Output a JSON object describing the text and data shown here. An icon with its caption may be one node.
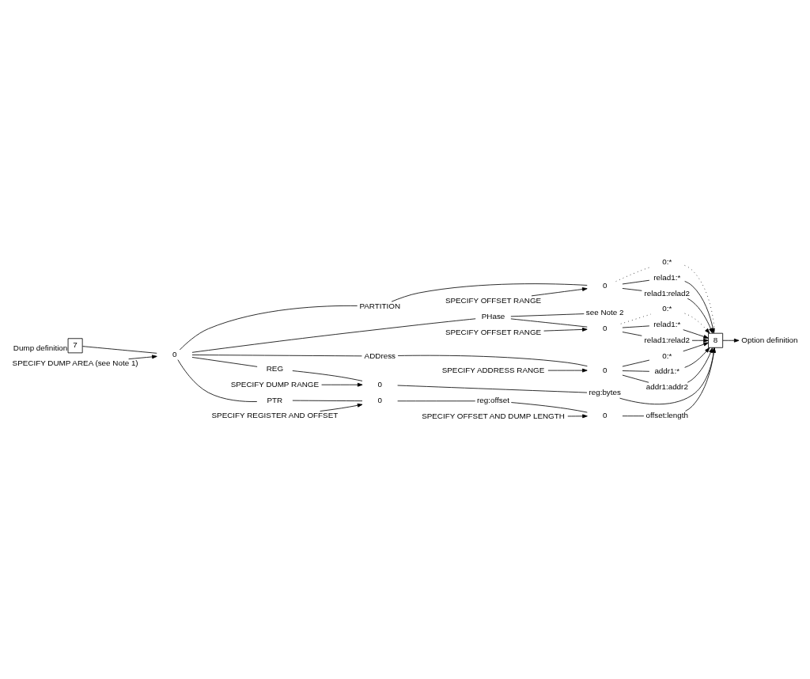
{
  "diagram": {
    "nodes": [
      {
        "text": [
          "7"
        ],
        "beside": [
          "Dump definition"
        ]
      },
      {
        "text": [
          "SPECIFY DUMP AREA (see Note 1)"
        ]
      },
      {
        "text": [
          "0"
        ]
      },
      {
        "text": [
          "PARTITION"
        ]
      },
      {
        "text": [
          "SPECIFY OFFSET RANGE"
        ]
      },
      {
        "text": [
          "0"
        ]
      },
      {
        "text": [
          "0:*"
        ]
      },
      {
        "text": [
          "relad1:*"
        ]
      },
      {
        "text": [
          "relad1:relad2"
        ]
      },
      {
        "text": [
          "PHase"
        ]
      },
      {
        "text": [
          "see Note 2"
        ]
      },
      {
        "text": [
          "SPECIFY OFFSET RANGE"
        ]
      },
      {
        "text": [
          "0"
        ]
      },
      {
        "text": [
          "0:*"
        ]
      },
      {
        "text": [
          "relad1:*"
        ]
      },
      {
        "text": [
          "relad1:relad2"
        ]
      },
      {
        "text": [
          "ADDress"
        ]
      },
      {
        "text": [
          "SPECIFY ADDRESS RANGE"
        ]
      },
      {
        "text": [
          "0"
        ]
      },
      {
        "text": [
          "0:*"
        ]
      },
      {
        "text": [
          "addr1:*"
        ]
      },
      {
        "text": [
          "addr1:addr2"
        ]
      },
      {
        "text": [
          "REG"
        ]
      },
      {
        "text": [
          "SPECIFY DUMP RANGE"
        ]
      },
      {
        "text": [
          "0"
        ]
      },
      {
        "text": [
          "reg:bytes"
        ]
      },
      {
        "text": [
          "PTR"
        ]
      },
      {
        "text": [
          "SPECIFY REGISTER AND OFFSET"
        ]
      },
      {
        "text": [
          "0"
        ]
      },
      {
        "text": [
          "reg:offset"
        ]
      },
      {
        "text": [
          "SPECIFY OFFSET AND DUMP LENGTH"
        ]
      },
      {
        "text": [
          "0"
        ]
      },
      {
        "text": [
          "offset:length"
        ]
      },
      {
        "text": [
          "8"
        ]
      },
      {
        "text": [
          "Option definition"
        ]
      }
    ],
    "edges": [
      {
        "from": 0,
        "to": 2,
        "arrow": "none"
      },
      {
        "from": 1,
        "to": 2,
        "arrow": "to"
      },
      {
        "from": 2,
        "to": 3,
        "arrow": "none"
      },
      {
        "from": 2,
        "to": 9,
        "arrow": "none"
      },
      {
        "from": 2,
        "to": 16,
        "arrow": "none"
      },
      {
        "from": 2,
        "to": 22,
        "arrow": "none"
      },
      {
        "from": 2,
        "to": 26,
        "arrow": "none"
      },
      {
        "from": 3,
        "to": 5,
        "arrow": "none"
      },
      {
        "from": 4,
        "to": 5,
        "arrow": "to"
      },
      {
        "from": 5,
        "to": 6,
        "arrow": "none",
        "style": "dashed"
      },
      {
        "from": 5,
        "to": 7,
        "arrow": "none"
      },
      {
        "from": 5,
        "to": 8,
        "arrow": "none"
      },
      {
        "from": 6,
        "to": 33,
        "arrow": "none",
        "style": "dashed"
      },
      {
        "from": 7,
        "to": 33,
        "arrow": "to"
      },
      {
        "from": 8,
        "to": 33,
        "arrow": "to"
      },
      {
        "from": 9,
        "to": 10,
        "arrow": "none"
      },
      {
        "from": 9,
        "to": 12,
        "arrow": "none"
      },
      {
        "from": 11,
        "to": 12,
        "arrow": "to"
      },
      {
        "from": 12,
        "to": 13,
        "arrow": "none",
        "style": "dashed"
      },
      {
        "from": 12,
        "to": 14,
        "arrow": "none"
      },
      {
        "from": 12,
        "to": 15,
        "arrow": "none"
      },
      {
        "from": 13,
        "to": 33,
        "arrow": "to",
        "style": "dashed"
      },
      {
        "from": 14,
        "to": 33,
        "arrow": "to"
      },
      {
        "from": 15,
        "to": 33,
        "arrow": "to"
      },
      {
        "from": 16,
        "to": 18,
        "arrow": "none"
      },
      {
        "from": 17,
        "to": 18,
        "arrow": "to"
      },
      {
        "from": 18,
        "to": 19,
        "arrow": "none"
      },
      {
        "from": 18,
        "to": 20,
        "arrow": "none"
      },
      {
        "from": 18,
        "to": 21,
        "arrow": "none"
      },
      {
        "from": 19,
        "to": 33,
        "arrow": "to"
      },
      {
        "from": 20,
        "to": 33,
        "arrow": "to"
      },
      {
        "from": 21,
        "to": 33,
        "arrow": "to"
      },
      {
        "from": 22,
        "to": 24,
        "arrow": "none"
      },
      {
        "from": 23,
        "to": 24,
        "arrow": "to"
      },
      {
        "from": 24,
        "to": 25,
        "arrow": "none"
      },
      {
        "from": 25,
        "to": 33,
        "arrow": "to"
      },
      {
        "from": 26,
        "to": 28,
        "arrow": "none"
      },
      {
        "from": 27,
        "to": 28,
        "arrow": "to"
      },
      {
        "from": 28,
        "to": 29,
        "arrow": "none"
      },
      {
        "from": 29,
        "to": 31,
        "arrow": "none"
      },
      {
        "from": 30,
        "to": 31,
        "arrow": "to"
      },
      {
        "from": 31,
        "to": 32,
        "arrow": "none"
      },
      {
        "from": 32,
        "to": 33,
        "arrow": "to"
      },
      {
        "from": 33,
        "to": 34,
        "arrow": "to"
      }
    ]
  }
}
